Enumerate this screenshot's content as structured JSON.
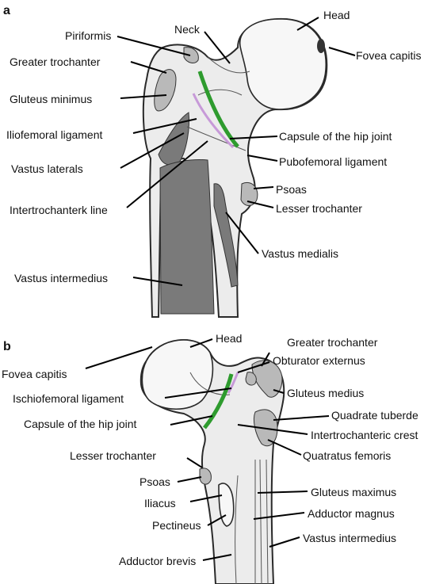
{
  "panels": [
    {
      "letter": "a",
      "labels": {
        "head": "Head",
        "neck": "Neck",
        "piriformis": "Piriformis",
        "fovea_capitis": "Fovea capitis",
        "greater_trochanter": "Greater trochanter",
        "gluteus_minimus": "Gluteus minimus",
        "iliofemoral_ligament": "Iliofemoral ligament",
        "capsule": "Capsule of the hip joint",
        "vastus_laterals": "Vastus laterals",
        "pubofemoral_ligament": "Pubofemoral ligament",
        "psoas": "Psoas",
        "intertrochanteric_line": "Intertrochanterk line",
        "lesser_trochanter": "Lesser trochanter",
        "vastus_medialis": "Vastus medialis",
        "vastus_intermedius": "Vastus intermedius"
      }
    },
    {
      "letter": "b",
      "labels": {
        "head": "Head",
        "greater_trochanter": "Greater trochanter",
        "fovea_capitis": "Fovea capitis",
        "obturator_externus": "Obturator externus",
        "ischiofemoral_ligament": "Ischiofemoral ligament",
        "gluteus_medius": "Gluteus medius",
        "quadrate_tuberde": "Quadrate tuberde",
        "capsule": "Capsule of the hip joint",
        "intertrochanteric_crest": "Intertrochanteric crest",
        "quatratus_femoris": "Quatratus femoris",
        "lesser_trochanter": "Lesser trochanter",
        "psoas": "Psoas",
        "gluteus_maximus": "Gluteus maximus",
        "iliacus": "Iliacus",
        "adductor_magnus": "Adductor magnus",
        "pectineus": "Pectineus",
        "vastus_intermedius": "Vastus intermedius",
        "adductor_brevis": "Adductor brevis"
      }
    }
  ],
  "colors": {
    "capsule_line": "#2e9b2e",
    "ligament_line": "#c79ad8",
    "muscle_dark": "#7a7a7a",
    "muscle_light": "#b9b9b9",
    "bone": "#ececec"
  }
}
